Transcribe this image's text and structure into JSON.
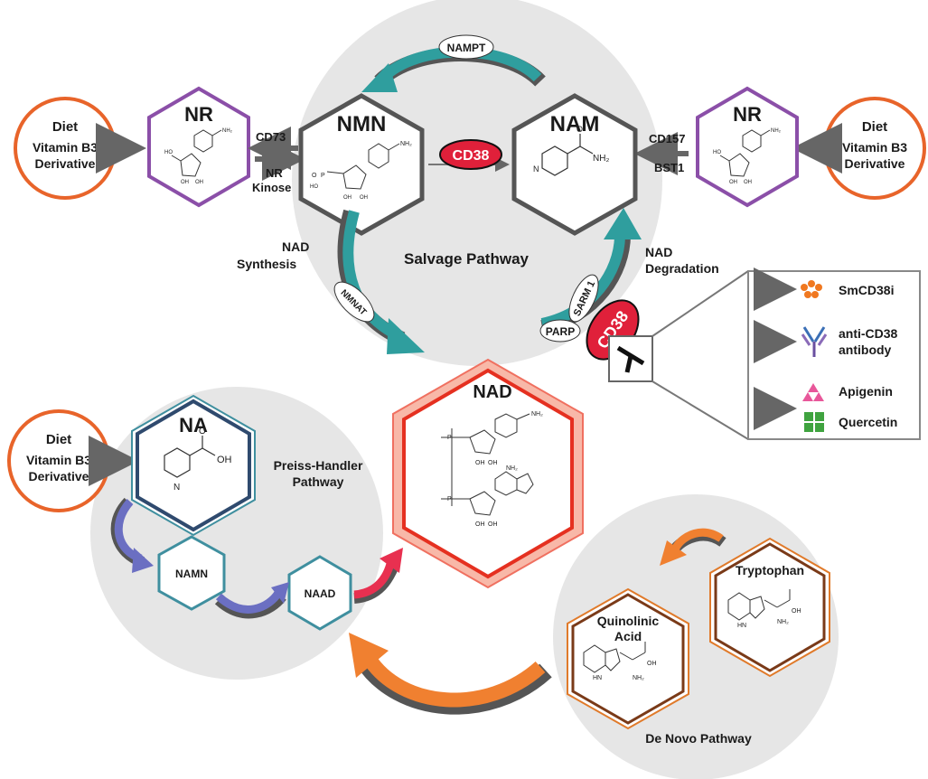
{
  "diet_label": "Diet",
  "vitamin_line1": "Vitamin B3",
  "vitamin_line2": "Derivative",
  "molecules": {
    "nr": "NR",
    "nmn": "NMN",
    "nam": "NAM",
    "nad": "NAD",
    "na": "NA",
    "namn": "NAMN",
    "naad": "NAAD",
    "tryptophan": "Tryptophan",
    "quinolinic_line1": "Quinolinic",
    "quinolinic_line2": "Acid"
  },
  "enzymes": {
    "nampt": "NAMPT",
    "cd38": "CD38",
    "cd73": "CD73",
    "nr_kinose_line1": "NR",
    "nr_kinose_line2": "Kinose",
    "cd157": "CD157",
    "bst1": "BST1",
    "nmnat": "NMNAT",
    "parp": "PARP",
    "sarm1": "SARM 1"
  },
  "pathways": {
    "salvage": "Salvage Pathway",
    "preiss_line1": "Preiss-Handler",
    "preiss_line2": "Pathway",
    "denovo": "De Novo Pathway",
    "nad_synthesis_line1": "NAD",
    "nad_synthesis_line2": "Synthesis",
    "nad_degradation_line1": "NAD",
    "nad_degradation_line2": "Degradation"
  },
  "inhibitors": [
    {
      "name": "SmCD38i",
      "icon": "hexagon-cluster-icon",
      "color": "#f07820"
    },
    {
      "name": "anti-CD38",
      "name2": "antibody",
      "icon": "antibody-icon",
      "color": "#3b6fb6"
    },
    {
      "name": "Apigenin",
      "icon": "triangle-cluster-icon",
      "color": "#e8579a"
    },
    {
      "name": "Quercetin",
      "icon": "square-grid-icon",
      "color": "#3fa33f"
    }
  ],
  "colors": {
    "diet_ring": "#e8642a",
    "nr_hex": "#8b4fa8",
    "nad_hex": "#e53020",
    "na_hex": "#2f4a6e",
    "teal_arrow": "#2f9e9e",
    "blue_arrow": "#6b6fc2",
    "orange_arrow": "#f08030",
    "red_arrow": "#e83050",
    "cd38_fill": "#e0203a",
    "circle_bg": "#e6e6e6"
  },
  "chem_text": {
    "nh2": "NH₂",
    "oh": "OH",
    "n": "N",
    "o": "O",
    "ho": "HO",
    "p": "P",
    "nh": "HN"
  }
}
